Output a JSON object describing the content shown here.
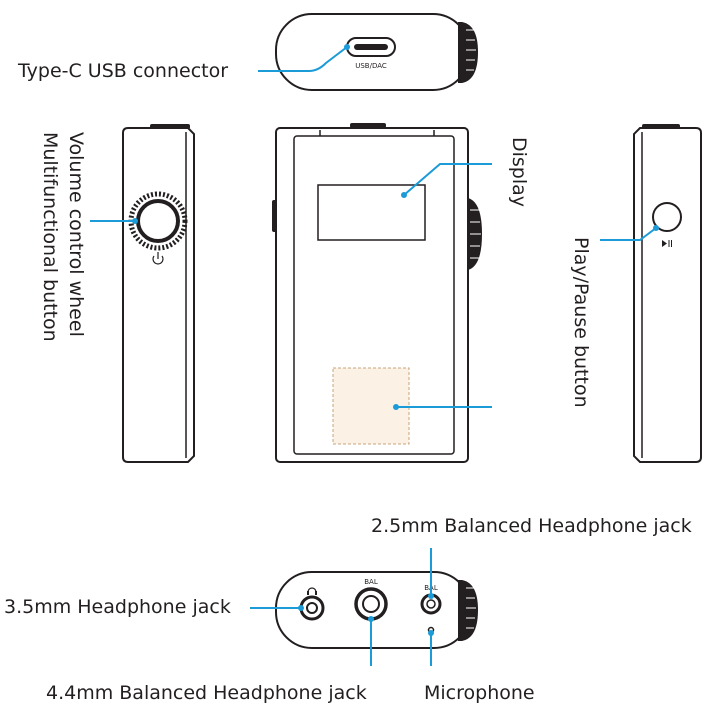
{
  "accent_color": "#1b9bd7",
  "labels": {
    "usb": "Type-C USB connector",
    "display": "Display",
    "volume_line1": "Volume control wheel",
    "volume_line2": "Multifunctional button",
    "play_pause": "Play/Pause button",
    "balanced_25": "2.5mm Balanced Headphone jack",
    "jack_35": "3.5mm Headphone jack",
    "balanced_44": "4.4mm Balanced Headphone jack",
    "microphone": "Microphone"
  },
  "device_marks": {
    "usb_port": "USB/DAC",
    "bal_44": "BAL",
    "bal_25": "BAL"
  },
  "icons": [
    "power-icon",
    "play-pause-icon",
    "headphone-icon"
  ]
}
